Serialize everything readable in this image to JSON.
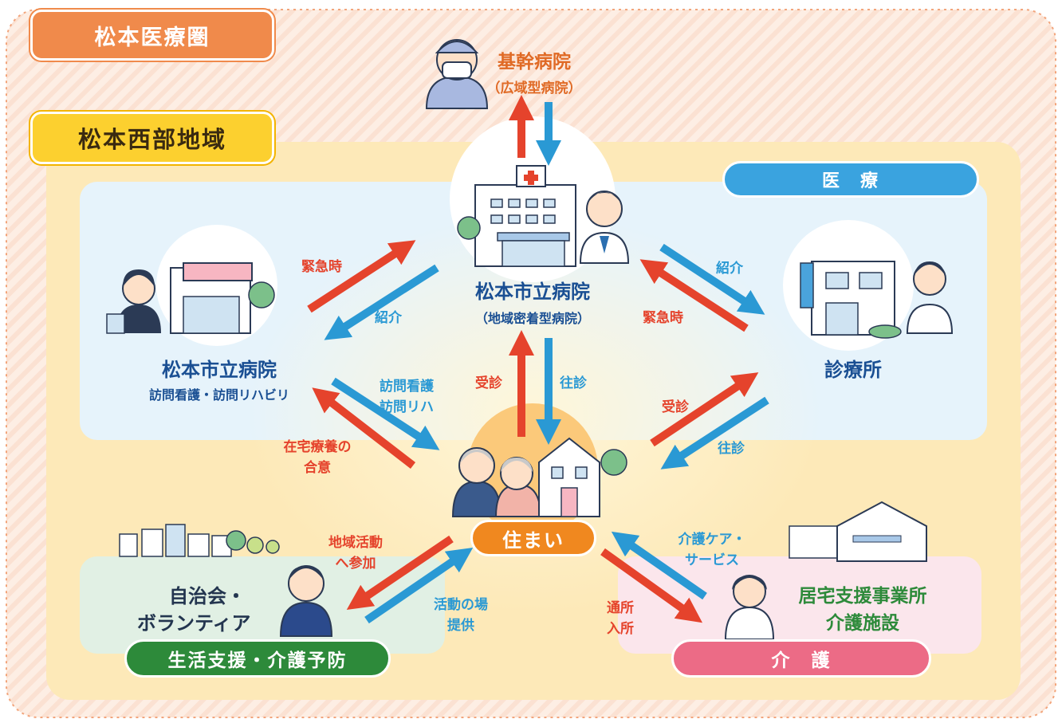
{
  "region_badge": "松本医療圏",
  "area_badge": "松本西部地域",
  "medical_badge": "医　療",
  "care_badge": "介　護",
  "support_badge": "生活支援・介護予防",
  "home_badge": "住まい",
  "core_hospital": {
    "title": "基幹病院",
    "subtitle": "（広域型病院）"
  },
  "city_hospital": {
    "title": "松本市立病院",
    "subtitle": "（地域密着型病院）"
  },
  "visiting_service": {
    "title": "松本市立病院",
    "subtitle": "訪問看護・訪問リハビリ"
  },
  "clinic": {
    "title": "診療所"
  },
  "community": {
    "line1": "自治会・",
    "line2": "ボランティア"
  },
  "care_facility": {
    "line1": "居宅支援事業所",
    "line2": "介護施設"
  },
  "flows": {
    "emergency_left": "緊急時",
    "referral_left": "紹介",
    "referral_right": "紹介",
    "emergency_right": "緊急時",
    "outpatient_center": "受診",
    "home_visit_center": "往診",
    "outpatient_right": "受診",
    "home_visit_right": "往診",
    "visiting_line1": "訪問看護",
    "visiting_line2": "訪問リハ",
    "home_care_line1": "在宅療養の",
    "home_care_line2": "合意",
    "community_join_line1": "地域活動",
    "community_join_line2": "へ参加",
    "activity_line1": "活動の場",
    "activity_line2": "提供",
    "care_service_line1": "介護ケア・",
    "care_service_line2": "サービス",
    "daycare_line1": "通所",
    "daycare_line2": "入所"
  },
  "colors": {
    "region_bg": "#fdeee4",
    "area_bg": "#fde9b8",
    "medical_bg": "#e6f3fb",
    "support_bg": "#e1f0e4",
    "care_bg": "#fbe6ec",
    "arrow_red": "#e5432c",
    "arrow_blue": "#2a99d4"
  }
}
